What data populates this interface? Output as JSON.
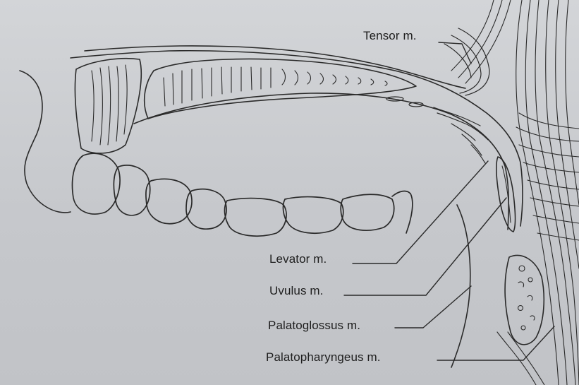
{
  "labels": {
    "tensor": "Tensor m.",
    "levator": "Levator m.",
    "uvulus": "Uvulus m.",
    "palatoglossus": "Palatoglossus m.",
    "palatopharyngeus": "Palatopharyngeus m."
  },
  "colors": {
    "paper": "#c9cbcf",
    "ink": "#2a2a2a"
  }
}
